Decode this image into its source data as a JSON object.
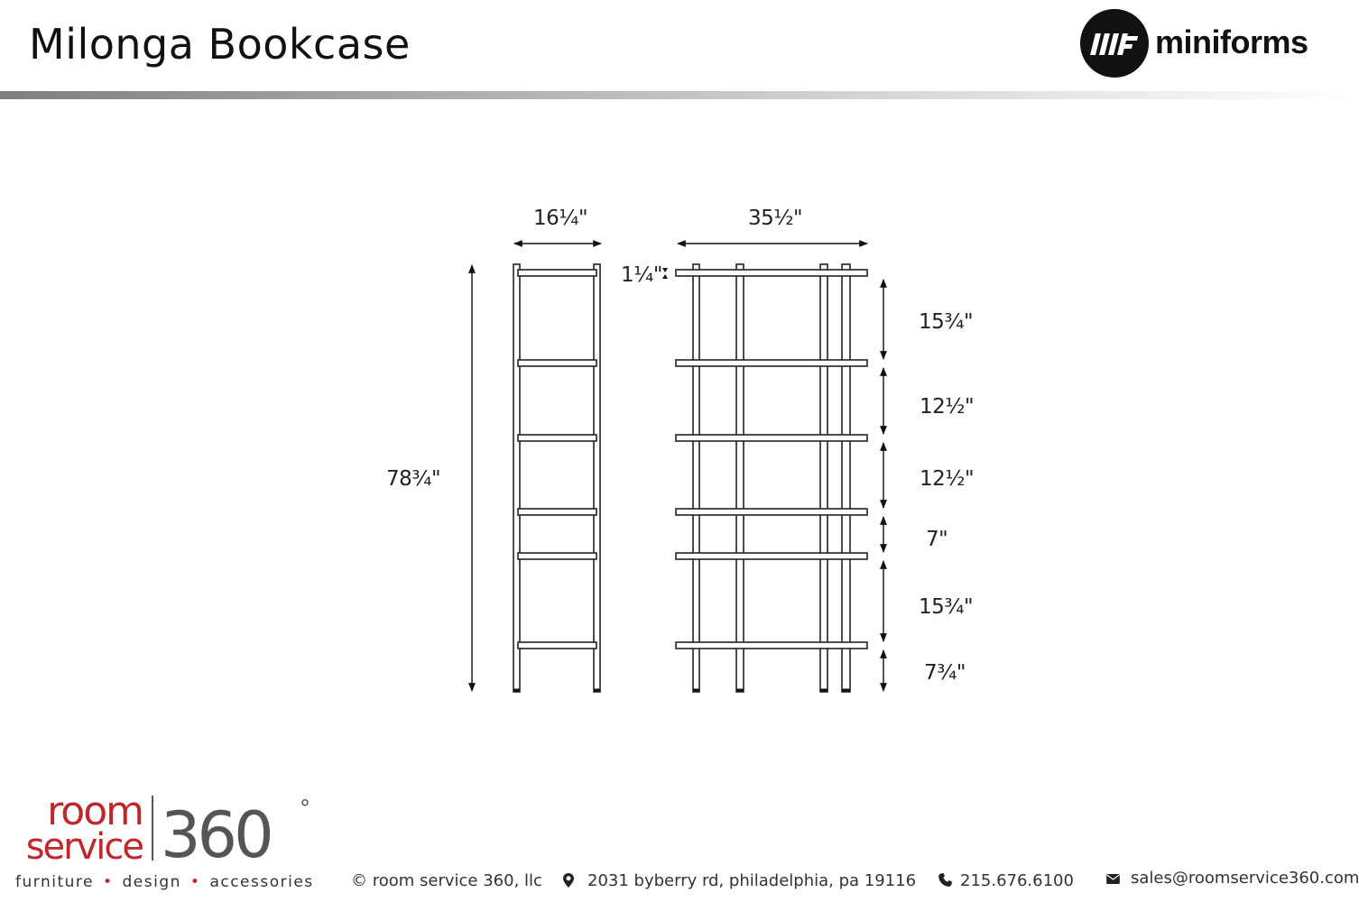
{
  "header": {
    "title": "Milonga Bookcase",
    "brand_name": "miniforms",
    "brand_icon": "miniforms-logo-icon"
  },
  "dimensions": {
    "side_depth": "16¼\"",
    "front_width": "35½\"",
    "total_height": "78¾\"",
    "shelf_thickness": "1¼\"",
    "gap_1": "15¾\"",
    "gap_2": "12½\"",
    "gap_3": "12½\"",
    "gap_4": "7\"",
    "gap_5": "15¾\"",
    "base_clearance": "7¾\""
  },
  "footer": {
    "logo_word_1": "room",
    "logo_word_2": "service",
    "logo_number": "360",
    "logo_degree": "°",
    "tagline": [
      "furniture",
      "design",
      "accessories"
    ],
    "tagline_separator": "•",
    "copyright": "© room service 360, llc",
    "address": "2031 byberry rd, philadelphia, pa 19116",
    "phone": "215.676.6100",
    "email": "sales@roomservice360.com",
    "icons": [
      "location-pin-icon",
      "phone-icon",
      "envelope-icon"
    ]
  },
  "colors": {
    "accent_red": "#c0272d",
    "logo_gray": "#555555",
    "text_dark": "#111111"
  }
}
